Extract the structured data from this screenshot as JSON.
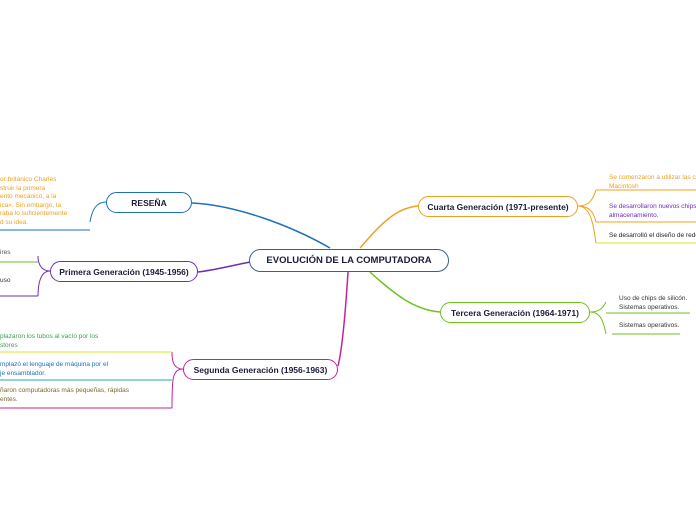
{
  "central": "EVOLUCIÓN DE LA COMPUTADORA",
  "branches": {
    "resena": {
      "label": "RESEÑA",
      "color": "#1f6fb8",
      "text": "or británico Charles\nstruir la primera\nento mecánico, a la\nica». Sin embargo, la\nraba lo suficientemente\nd su idea."
    },
    "primera": {
      "label": "Primera Generación (1945-1956)",
      "color": "#6a2fb5",
      "items": [
        "ires",
        "uso"
      ]
    },
    "segunda": {
      "label": "Segunda Generación (1956-1963)",
      "color": "#c0249c",
      "items": [
        "plazaron los tubos al vacío por los\nstores",
        "mplazó el lenguaje de máquina por el\nje ensamblador.",
        "ñaron computadoras más pequeñas, rápidas\nentes."
      ]
    },
    "tercera": {
      "label": "Tercera Generación (1964-1971)",
      "color": "#6cc21b",
      "items": [
        "Uso de chips de silicón.\nSistemas operativos.",
        "Sistemas operativos."
      ]
    },
    "cuarta": {
      "label": "Cuarta Generación (1971-presente)",
      "color": "#f0a020",
      "items": [
        "Se comenzaron a utilizar las c\nMacintosh",
        "Se desarrollaron nuevos chips\nalmacenamiento.",
        "Se desarrolló el diseño de rede"
      ]
    }
  }
}
